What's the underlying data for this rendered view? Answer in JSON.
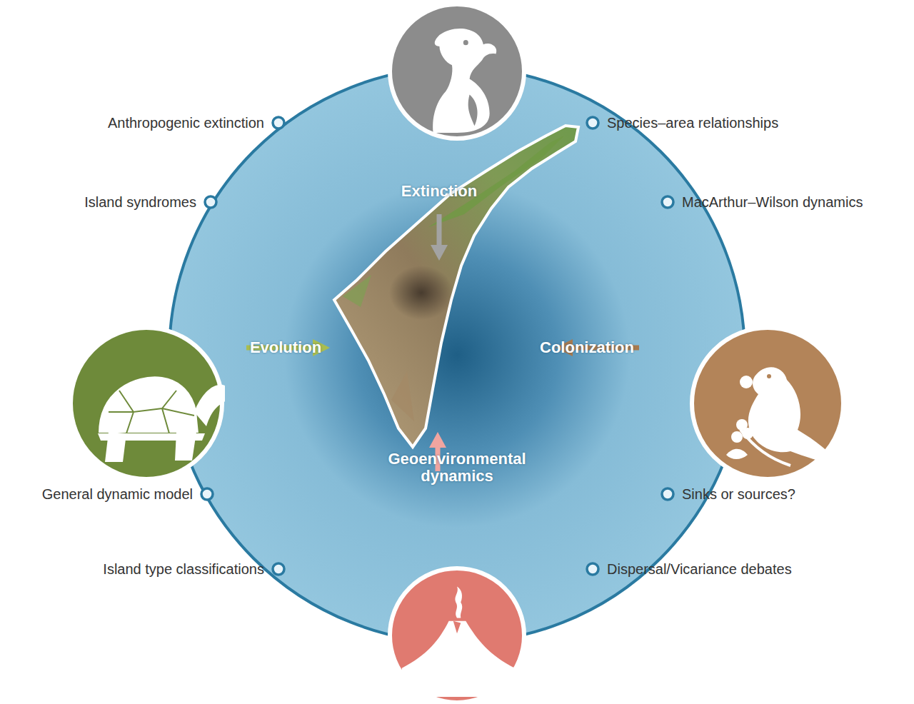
{
  "diagram": {
    "nodes": [
      {
        "text": [
          "Extinction"
        ]
      },
      {
        "text": [
          "Evolution"
        ]
      },
      {
        "text": [
          "Colonization"
        ]
      },
      {
        "text": [
          "Geoenvironmental dynamics"
        ]
      }
    ],
    "labels": [
      "Anthropogenic extinction",
      "Species–area relationships",
      "Island syndromes",
      "MacArthur–Wilson dynamics",
      "General dynamic model",
      "Sinks or sources?",
      "Island type classifications",
      "Dispersal/Vicariance debates"
    ]
  }
}
